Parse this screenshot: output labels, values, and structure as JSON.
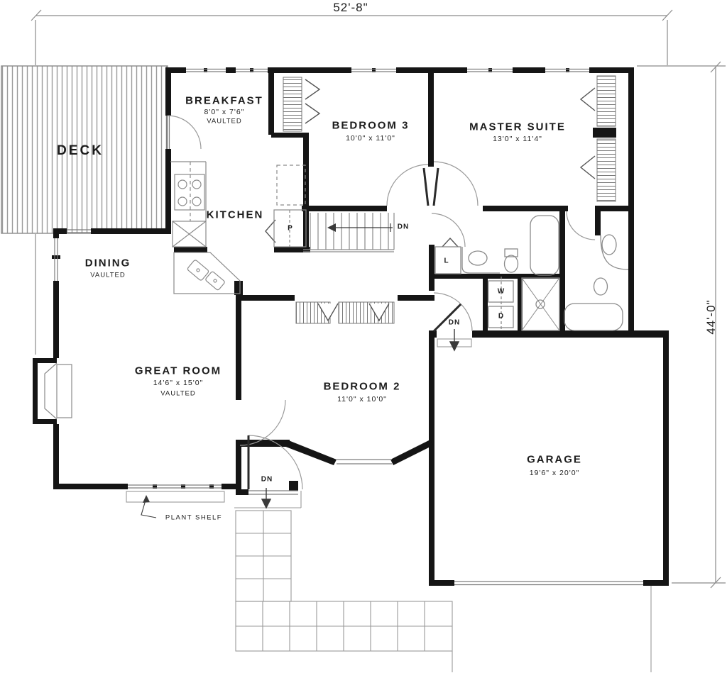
{
  "dims": {
    "top": "52'-8\"",
    "right": "44'-0\""
  },
  "rooms": {
    "deck": {
      "name": "DECK"
    },
    "breakfast": {
      "name": "BREAKFAST",
      "size": "8'0\" x 7'6\"",
      "note": "VAULTED"
    },
    "kitchen": {
      "name": "KITCHEN"
    },
    "bedroom3": {
      "name": "BEDROOM 3",
      "size": "10'0\" x 11'0\""
    },
    "master": {
      "name": "MASTER SUITE",
      "size": "13'0\" x 11'4\""
    },
    "dining": {
      "name": "DINING",
      "note": "VAULTED"
    },
    "great": {
      "name": "GREAT ROOM",
      "size": "14'6\" x 15'0\"",
      "note": "VAULTED"
    },
    "bedroom2": {
      "name": "BEDROOM 2",
      "size": "11'0\" x 10'0\""
    },
    "garage": {
      "name": "GARAGE",
      "size": "19'6\" x 20'0\""
    }
  },
  "ann": {
    "plant_shelf": "PLANT SHELF",
    "dn_stairs": "DN",
    "dn_garage": "DN",
    "dn_entry": "DN",
    "pantry": "P",
    "linen": "L",
    "washer": "W",
    "dryer": "D"
  },
  "colors": {
    "wall": "#151515",
    "line": "#8a8a8a",
    "background": "#ffffff"
  }
}
